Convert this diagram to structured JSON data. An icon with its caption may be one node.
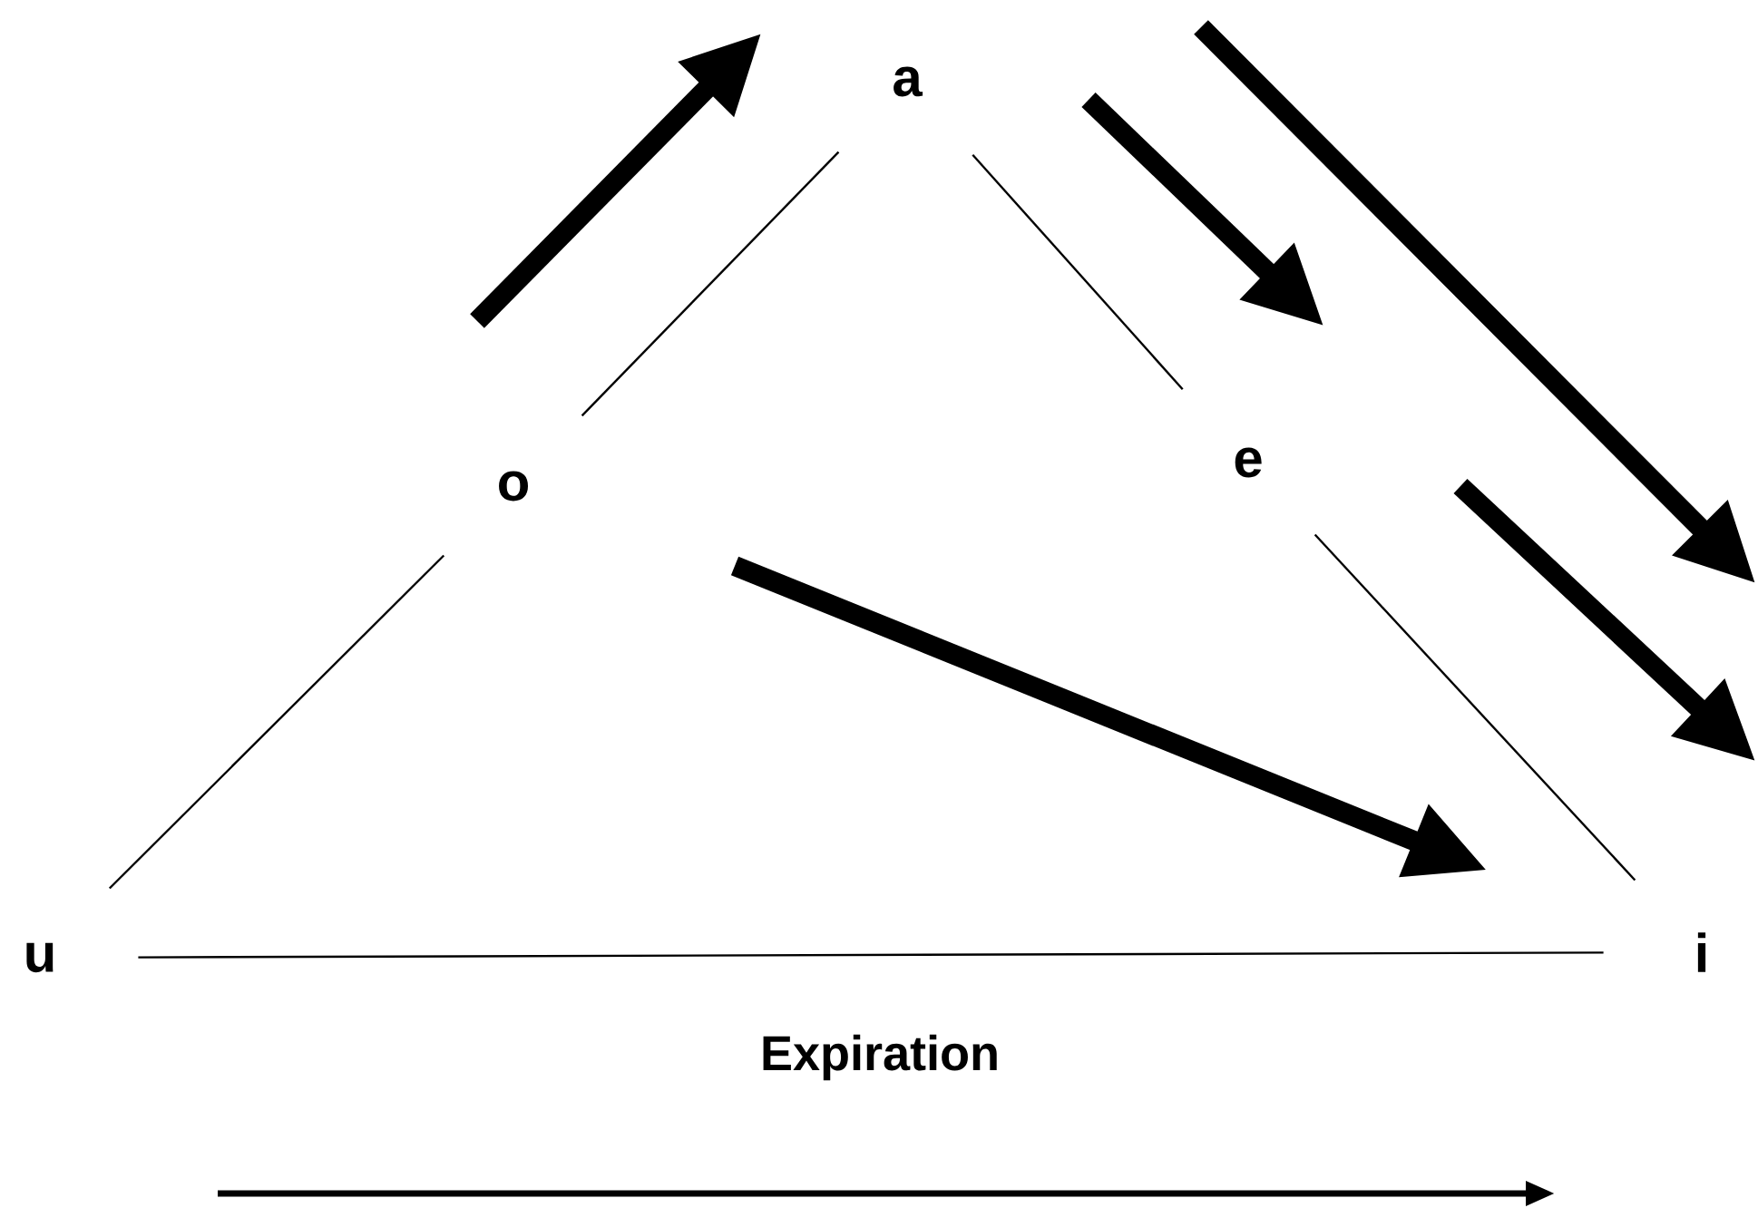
{
  "diagram": {
    "nodes": [
      {
        "text": [
          "a"
        ]
      },
      {
        "text": [
          "o"
        ]
      },
      {
        "text": [
          "e"
        ]
      },
      {
        "text": [
          "u"
        ]
      },
      {
        "text": [
          "i"
        ]
      }
    ],
    "edges": [
      {
        "from": 1,
        "to": 0,
        "arrow": "none"
      },
      {
        "from": 0,
        "to": 2,
        "arrow": "none"
      },
      {
        "from": 3,
        "to": 1,
        "arrow": "none"
      },
      {
        "from": 2,
        "to": 4,
        "arrow": "none"
      },
      {
        "from": 3,
        "to": 4,
        "arrow": "none"
      }
    ],
    "labels": [
      "Expiration"
    ]
  }
}
